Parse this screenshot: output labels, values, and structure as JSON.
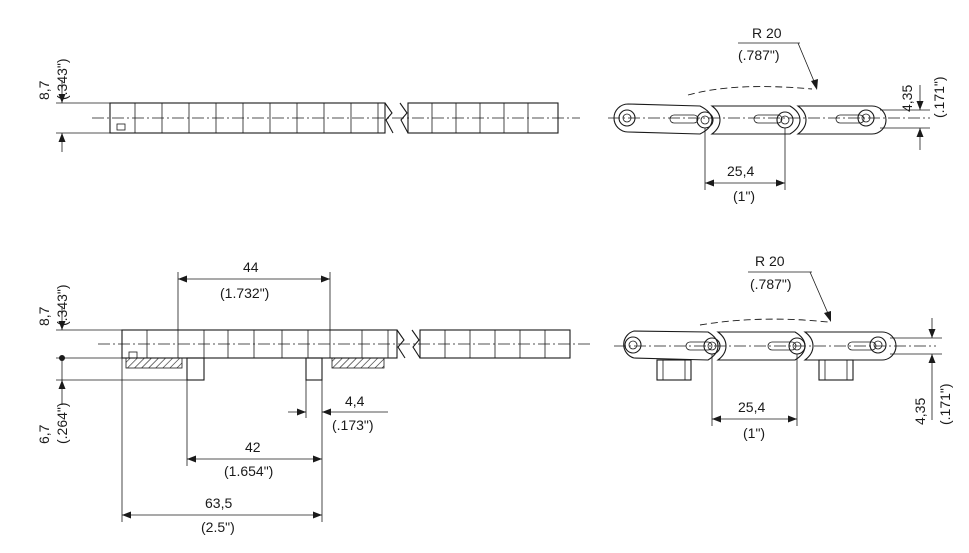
{
  "views": {
    "top_left": {
      "height_value": "8,7",
      "height_inch": "(.343\")"
    },
    "top_right": {
      "radius_value": "R 20",
      "radius_inch": "(.787\")",
      "pitch_value": "25,4",
      "pitch_inch": "(1\")",
      "thickness_value": "4,35",
      "thickness_inch": "(.171\")"
    },
    "bottom_left": {
      "height_value": "8,7",
      "height_inch": "(.343\")",
      "depth_value": "6,7",
      "depth_inch": "(.264\")",
      "span_top_value": "44",
      "span_top_inch": "(1.732\")",
      "tab_value": "4,4",
      "tab_inch": "(.173\")",
      "span_mid_value": "42",
      "span_mid_inch": "(1.654\")",
      "span_bottom_value": "63,5",
      "span_bottom_inch": "(2.5\")"
    },
    "bottom_right": {
      "radius_value": "R 20",
      "radius_inch": "(.787\")",
      "pitch_value": "25,4",
      "pitch_inch": "(1\")",
      "thickness_value": "4,35",
      "thickness_inch": "(.171\")"
    }
  }
}
